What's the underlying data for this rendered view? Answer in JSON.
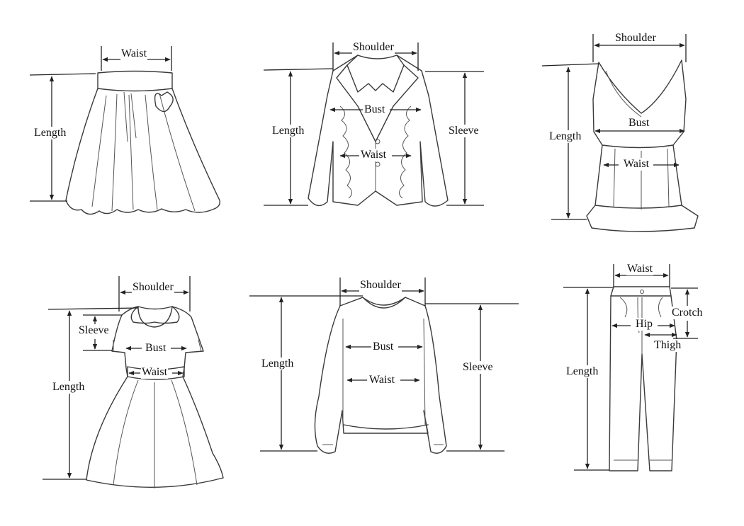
{
  "skirt": {
    "waist": "Waist",
    "length": "Length"
  },
  "jacket": {
    "shoulder": "Shoulder",
    "bust": "Bust",
    "waist": "Waist",
    "length": "Length",
    "sleeve": "Sleeve"
  },
  "top": {
    "shoulder": "Shoulder",
    "bust": "Bust",
    "waist": "Waist",
    "length": "Length"
  },
  "dress": {
    "shoulder": "Shoulder",
    "sleeve": "Sleeve",
    "bust": "Bust",
    "waist": "Waist",
    "length": "Length"
  },
  "sweater": {
    "shoulder": "Shoulder",
    "bust": "Bust",
    "waist": "Waist",
    "length": "Length",
    "sleeve": "Sleeve"
  },
  "pants": {
    "waist": "Waist",
    "crotch": "Crotch",
    "hip": "Hip",
    "thigh": "Thigh",
    "length": "Length"
  }
}
